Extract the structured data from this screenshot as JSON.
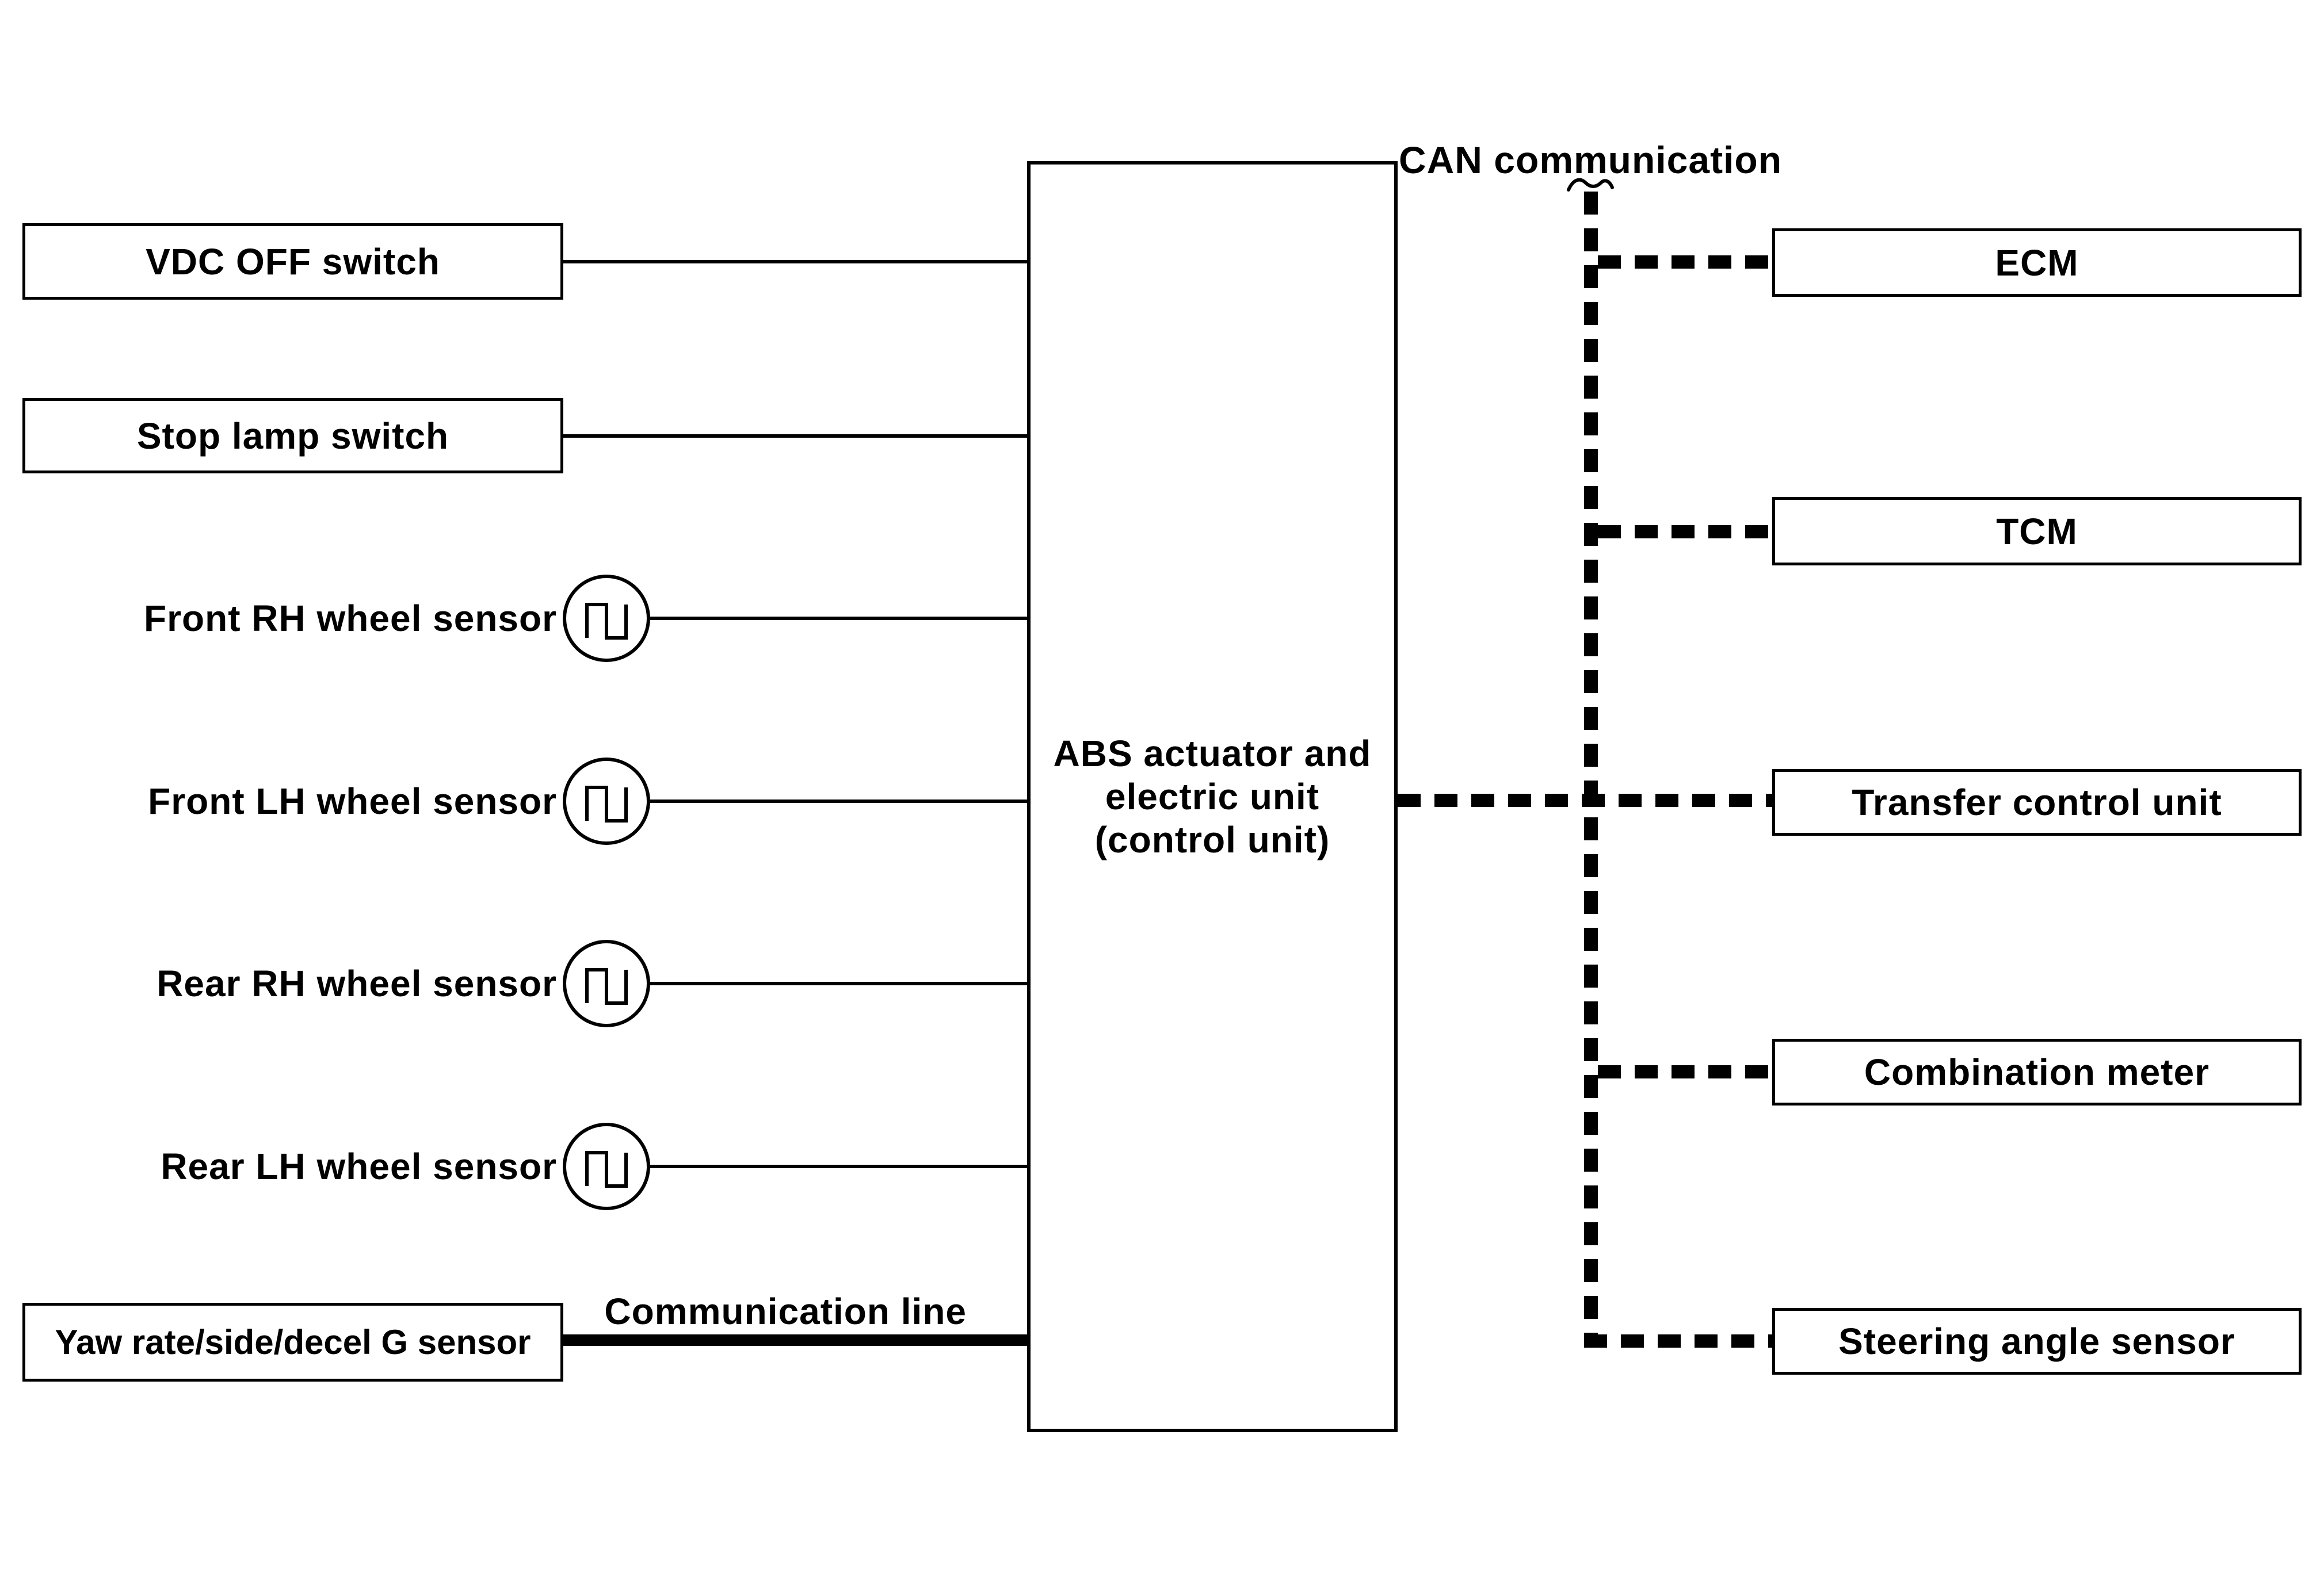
{
  "diagram": {
    "title_label": "CAN communication",
    "comm_line_label": "Communication line",
    "center_unit": {
      "line1": "ABS actuator and",
      "line2": "electric unit",
      "line3": "(control unit)"
    },
    "left_nodes": [
      {
        "label": "VDC OFF switch",
        "kind": "box",
        "link": "thin-solid"
      },
      {
        "label": "Stop lamp switch",
        "kind": "box",
        "link": "thin-solid"
      },
      {
        "label": "Front RH wheel sensor",
        "kind": "wheel-sensor",
        "link": "thin-solid"
      },
      {
        "label": "Front LH wheel sensor",
        "kind": "wheel-sensor",
        "link": "thin-solid"
      },
      {
        "label": "Rear RH wheel sensor",
        "kind": "wheel-sensor",
        "link": "thin-solid"
      },
      {
        "label": "Rear LH wheel sensor",
        "kind": "wheel-sensor",
        "link": "thin-solid"
      },
      {
        "label": "Yaw rate/side/decel G sensor",
        "kind": "box",
        "link": "thick-solid-communication-line"
      }
    ],
    "right_nodes": [
      {
        "label": "ECM",
        "link": "can-checkered-dash"
      },
      {
        "label": "TCM",
        "link": "can-checkered-dash"
      },
      {
        "label": "Transfer control unit",
        "link": "can-checkered-dash"
      },
      {
        "label": "Combination meter",
        "link": "can-checkered-dash"
      },
      {
        "label": "Steering angle sensor",
        "link": "can-checkered-dash"
      }
    ],
    "colors": {
      "line": "#000000",
      "background": "#ffffff"
    }
  }
}
